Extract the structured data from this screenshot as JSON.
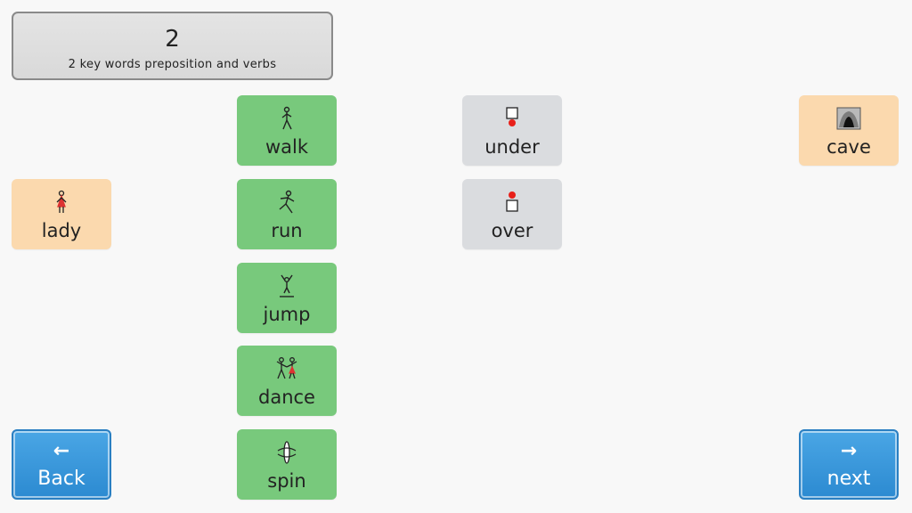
{
  "header": {
    "number": "2",
    "subtitle": "2 key words preposition and verbs"
  },
  "verbs": [
    {
      "label": "walk",
      "icon": "walk-icon"
    },
    {
      "label": "run",
      "icon": "run-icon"
    },
    {
      "label": "jump",
      "icon": "jump-icon"
    },
    {
      "label": "dance",
      "icon": "dance-icon"
    },
    {
      "label": "spin",
      "icon": "spin-icon"
    }
  ],
  "prepositions": [
    {
      "label": "under",
      "icon": "under-icon"
    },
    {
      "label": "over",
      "icon": "over-icon"
    }
  ],
  "nouns": {
    "lady": {
      "label": "lady",
      "icon": "lady-icon"
    },
    "cave": {
      "label": "cave",
      "icon": "cave-icon"
    }
  },
  "nav": {
    "back_label": "Back",
    "back_arrow": "←",
    "next_label": "next",
    "next_arrow": "→"
  },
  "colors": {
    "verb_tile": "#78c97c",
    "preposition_tile": "#dadcdf",
    "noun_tile": "#fbd9ae",
    "nav_button": "#3898dc"
  }
}
